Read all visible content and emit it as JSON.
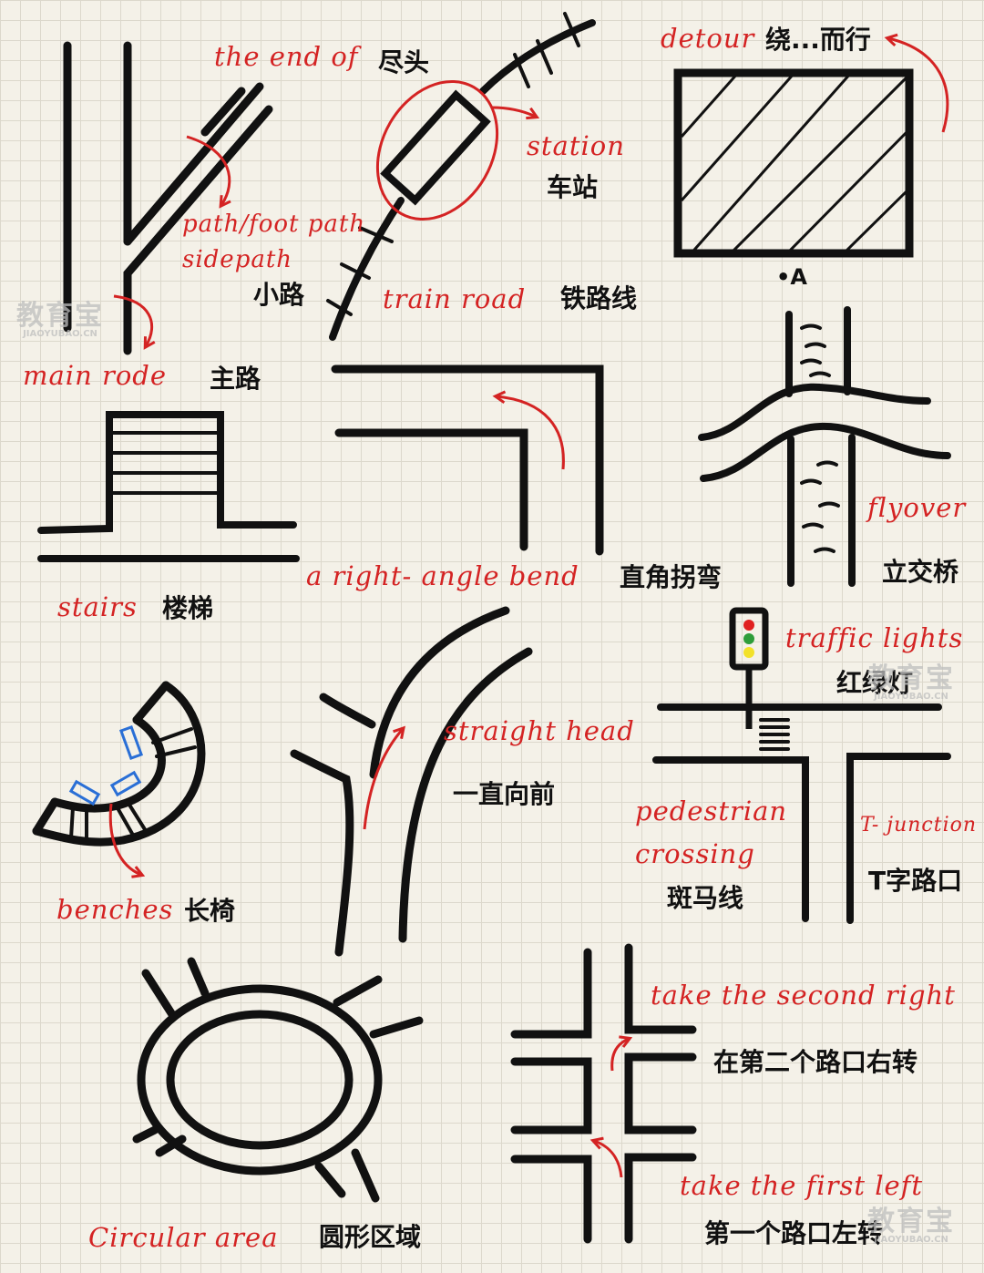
{
  "colors": {
    "background": "#f4f1e8",
    "grid": "#dcd8cc",
    "road": "#111111",
    "annotation": "#d42323",
    "light_red": "#e02020",
    "light_yellow": "#f2e12a",
    "light_green": "#2e9d3a",
    "bench": "#2a6fd6"
  },
  "labels": {
    "the_end_of": {
      "en": "the end of",
      "zh": "尽头"
    },
    "station": {
      "en": "station",
      "zh": "车站"
    },
    "detour": {
      "en": "detour",
      "zh": "绕...而行"
    },
    "path": {
      "en_line1": "path/foot path",
      "en_line2": "sidepath",
      "zh": "小路"
    },
    "train_road": {
      "en": "train  road",
      "zh": "铁路线"
    },
    "point_a": "•A",
    "main_road": {
      "en": "main  rode",
      "zh": "主路"
    },
    "stairs": {
      "en": "stairs",
      "zh": "楼梯"
    },
    "right_angle_bend": {
      "en": "a right- angle bend",
      "zh": "直角拐弯"
    },
    "flyover": {
      "en": "flyover",
      "zh": "立交桥"
    },
    "traffic_lights": {
      "en": "traffic lights",
      "zh": "红绿灯"
    },
    "straight_head": {
      "en": "straight  head",
      "zh": "一直向前"
    },
    "pedestrian_crossing": {
      "en_line1": "pedestrian",
      "en_line2": "crossing",
      "zh": "斑马线"
    },
    "t_junction": {
      "en": "T- junction",
      "zh": "T字路口"
    },
    "benches": {
      "en": "benches",
      "zh": "长椅"
    },
    "take_second_right": {
      "en": "take the  second right",
      "zh": "在第二个路口右转"
    },
    "take_first_left": {
      "en": "take  the  first left",
      "zh": "第一个路口左转"
    },
    "circular_area": {
      "en": "Circular area",
      "zh": "圆形区域"
    }
  },
  "watermarks": [
    {
      "text": "教育宝",
      "sub": "JIAOYUBAO.CN"
    },
    {
      "text": "教育宝",
      "sub": "JIAOYUBAO.CN"
    },
    {
      "text": "教育宝",
      "sub": "JIAOYUBAO.CN"
    }
  ]
}
